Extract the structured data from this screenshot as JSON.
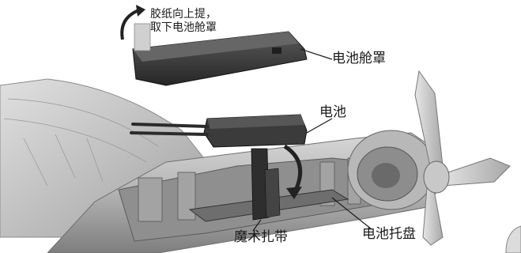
{
  "labels": {
    "instruction_line1": "胶纸向上提，",
    "instruction_line2": "取下电池舱罩",
    "battery_cover": "电池舱罩",
    "battery": "电池",
    "velcro": "魔术扎带",
    "battery_tray": "电池托盘"
  },
  "colors": {
    "fuselage": "#bdbdbd",
    "wing": "#c9c9c9",
    "dark_part": "#333333",
    "cover": "#3a3a3a"
  }
}
